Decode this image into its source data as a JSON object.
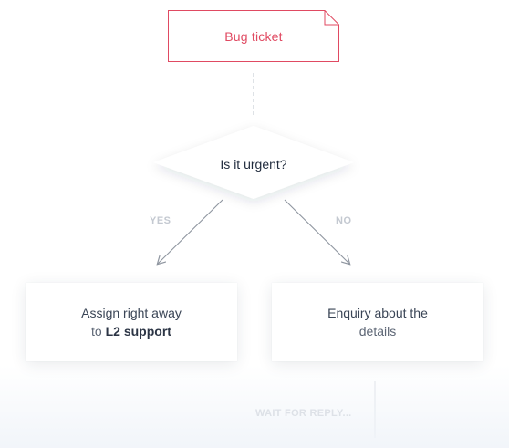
{
  "start": {
    "label": "Bug ticket"
  },
  "decision": {
    "question": "Is it urgent?"
  },
  "branches": {
    "yes_label": "YES",
    "no_label": "NO"
  },
  "outcomes": {
    "yes": {
      "line1": "Assign right away",
      "line2_prefix": "to",
      "line2_strong": "L2 support"
    },
    "no": {
      "line1": "Enquiry about the",
      "line2": "details"
    }
  },
  "followup": {
    "label": "WAIT FOR REPLY..."
  },
  "colors": {
    "ticket_accent": "#e04a62",
    "text_dark": "#1f2a3c",
    "branch_label": "#c4c9d1",
    "connector": "#9aa1ab"
  }
}
